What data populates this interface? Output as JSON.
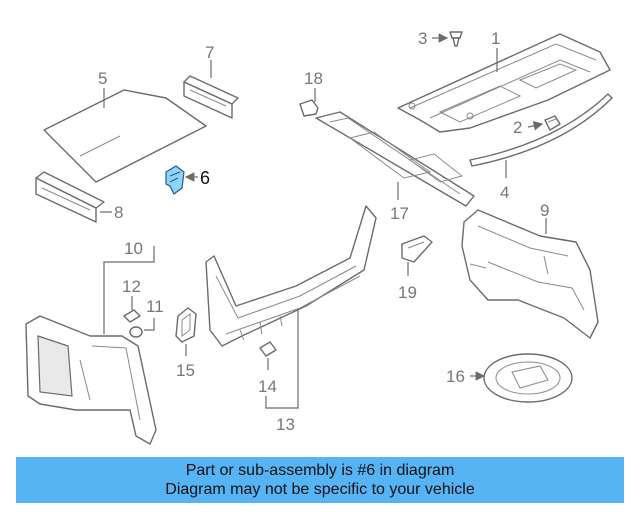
{
  "callouts": {
    "c1": "1",
    "c2": "2",
    "c3": "3",
    "c4": "4",
    "c5": "5",
    "c6": "6",
    "c7": "7",
    "c8": "8",
    "c9": "9",
    "c10": "10",
    "c11": "11",
    "c12": "12",
    "c13": "13",
    "c14": "14",
    "c15": "15",
    "c16": "16",
    "c17": "17",
    "c18": "18",
    "c19": "19"
  },
  "highlight_color": "#8fd3ff",
  "banner": {
    "line1": "Part or sub-assembly is #6 in diagram",
    "line2": "Diagram may not be specific to your vehicle",
    "background": "#56b4f5"
  }
}
